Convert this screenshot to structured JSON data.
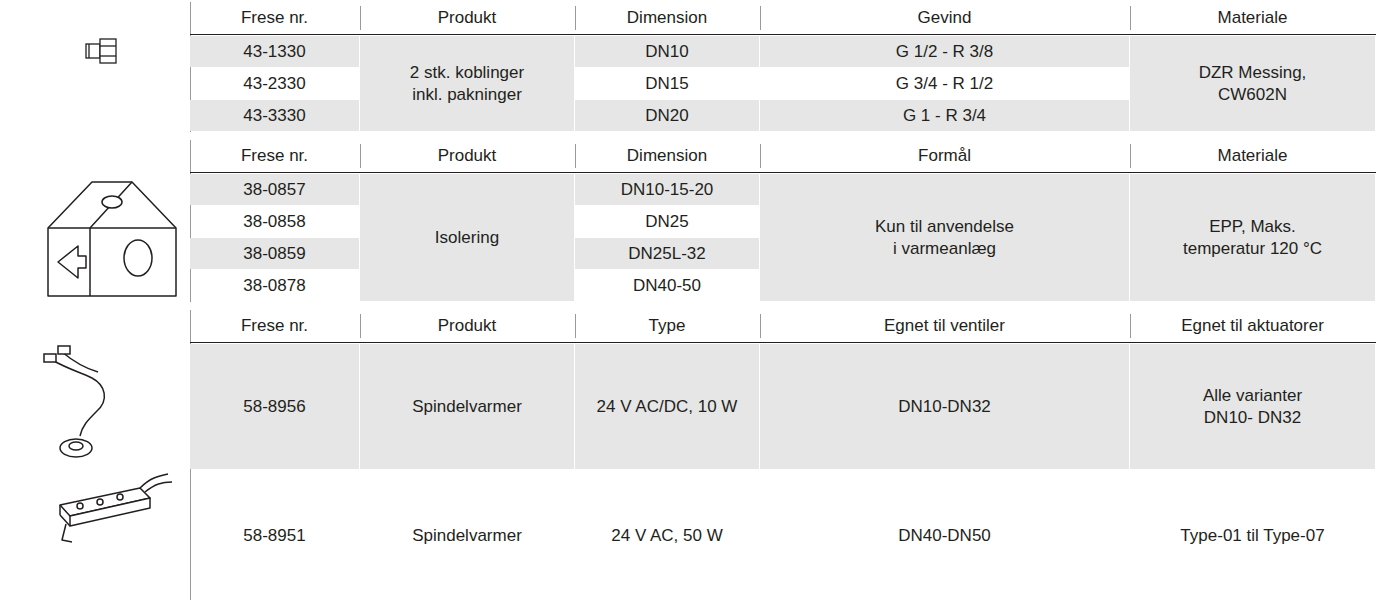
{
  "diagram": {
    "labels": [
      "Frese nr.",
      "Produkt",
      "Dimension",
      "Gevind",
      "Materiale",
      "43-1330",
      "2 stk. koblinger inkl. pakninger",
      "DN10",
      "G 1/2 - R 3/8",
      "DZR Messing, CW602N",
      "43-2330",
      "DN15",
      "G 3/4 - R 1/2",
      "43-3330",
      "DN20",
      "G 1 - R 3/4",
      "Frese nr.",
      "Produkt",
      "Dimension",
      "Formål",
      "Materiale",
      "38-0857",
      "Isolering",
      "DN10-15-20",
      "Kun til anvendelse i varmeanlæg",
      "EPP, Maks. temperatur 120 °C",
      "38-0858",
      "DN25",
      "38-0859",
      "DN25L-32",
      "38-0878",
      "DN40-50",
      "Frese nr.",
      "Produkt",
      "Type",
      "Egnet til ventiler",
      "Egnet til aktuatorer",
      "58-8956",
      "Spindelvarmer",
      "24 V AC/DC, 10 W",
      "DN10-DN32",
      "Alle varianter DN10- DN32",
      "58-8951",
      "Spindelvarmer",
      "24 V AC, 50 W",
      "DN40-DN50",
      "Type-01 til Type-07"
    ]
  }
}
